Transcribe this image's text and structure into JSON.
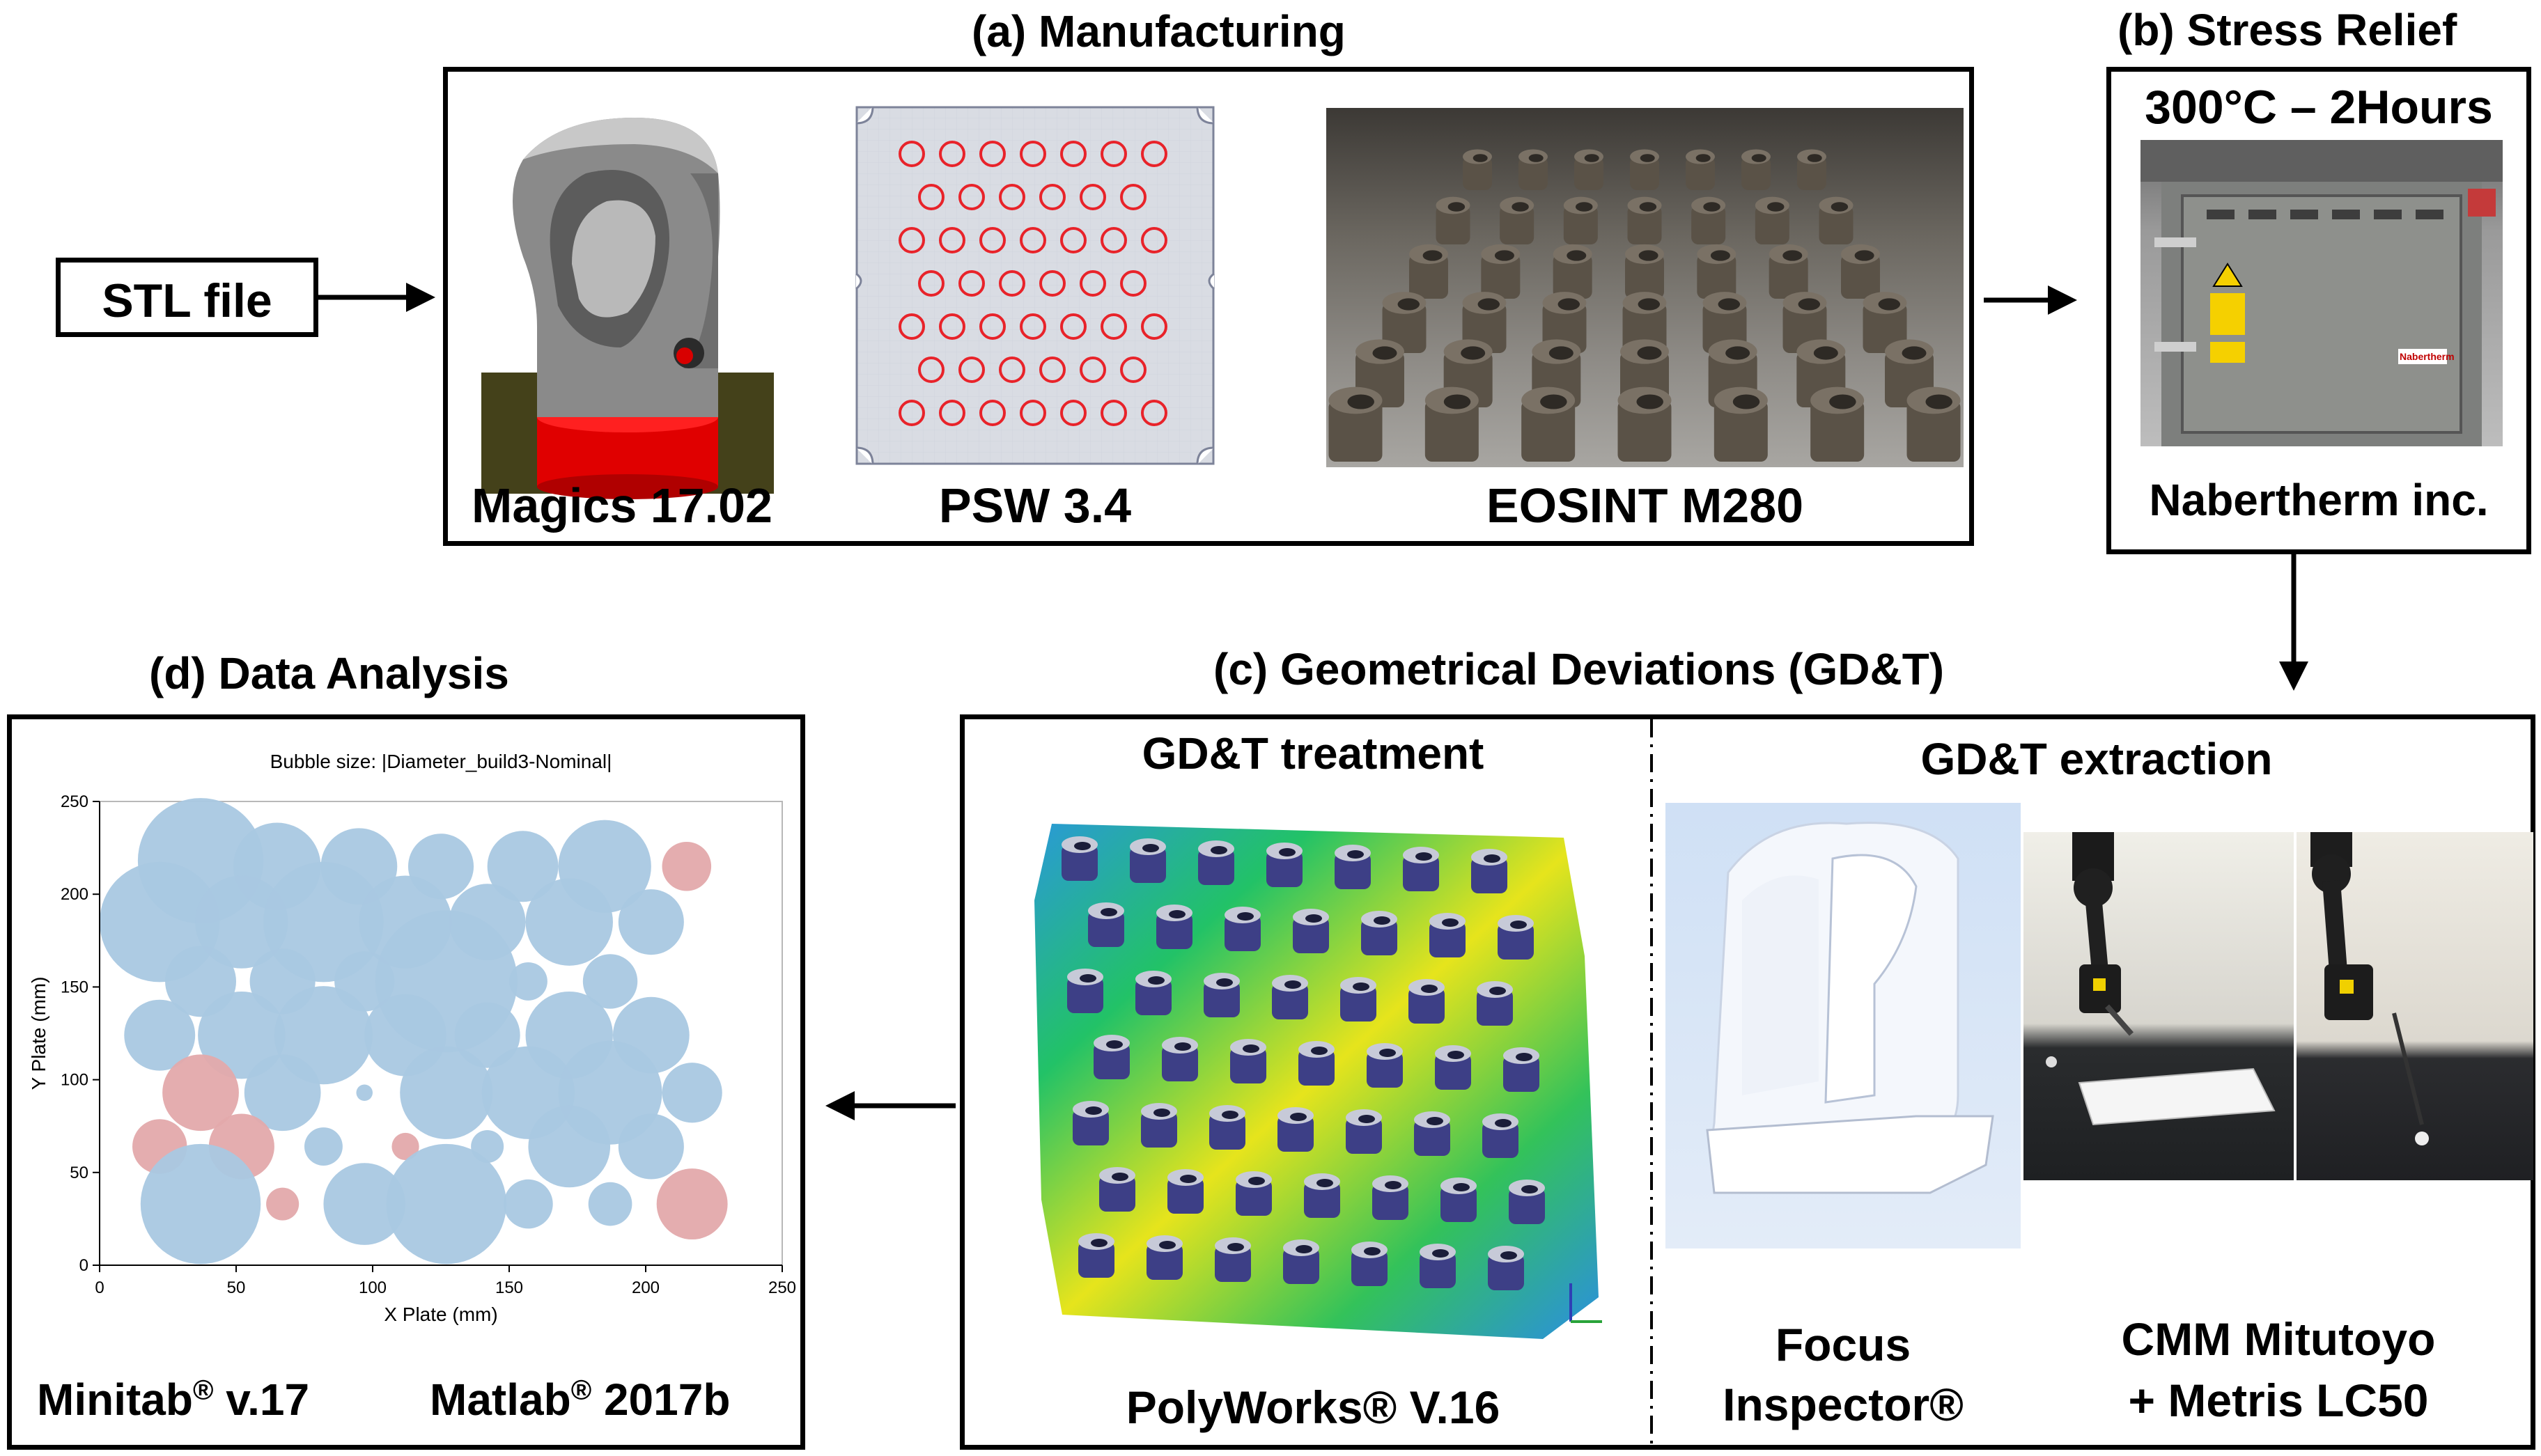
{
  "input": {
    "label": "STL file"
  },
  "manufacturing": {
    "title": "(a) Manufacturing",
    "items": [
      {
        "label": "Magics 17.02",
        "icon": "stl-part-render-icon"
      },
      {
        "label": "PSW 3.4",
        "icon": "build-plate-layout-icon"
      },
      {
        "label": "EOSINT M280",
        "icon": "printed-parts-photo"
      }
    ]
  },
  "stress_relief": {
    "title": "(b) Stress Relief",
    "condition": "300°C – 2Hours",
    "vendor": "Nabertherm inc.",
    "icon": "furnace-photo",
    "furnace_brand": "Nabertherm"
  },
  "gdt": {
    "title": "(c) Geometrical Deviations (GD&T)",
    "treatment_title": "GD&T treatment",
    "treatment_software": "PolyWorks® V.16",
    "extraction_title": "GD&T extraction",
    "focus_line1": "Focus",
    "focus_line2": "Inspector®",
    "cmm_line1": "CMM Mitutoyo",
    "cmm_line2": "+ Metris LC50"
  },
  "analysis": {
    "title": "(d) Data Analysis",
    "minitab": "Minitab",
    "minitab_version": "v.17",
    "matlab": "Matlab",
    "matlab_version": "2017b",
    "registered": "®"
  },
  "colors": {
    "bubble_blue": "#a9c8e2",
    "bubble_red": "#e3a9ab",
    "border": "#000000",
    "plate_circle": "#e8232a"
  },
  "chart_data": {
    "type": "scatter",
    "subtitle": "Bubble size: |Diameter_build3-Nominal|",
    "xlabel": "X Plate (mm)",
    "ylabel": "Y Plate (mm)",
    "xlim": [
      0,
      250
    ],
    "ylim": [
      0,
      250
    ],
    "xticks": [
      0,
      50,
      100,
      150,
      200,
      250
    ],
    "yticks": [
      0,
      50,
      100,
      150,
      200,
      250
    ],
    "points": [
      {
        "x": 37,
        "y": 218,
        "r": 23,
        "c": "blue"
      },
      {
        "x": 65,
        "y": 215,
        "r": 16,
        "c": "blue"
      },
      {
        "x": 95,
        "y": 215,
        "r": 14,
        "c": "blue"
      },
      {
        "x": 125,
        "y": 215,
        "r": 12,
        "c": "blue"
      },
      {
        "x": 155,
        "y": 215,
        "r": 13,
        "c": "blue"
      },
      {
        "x": 185,
        "y": 215,
        "r": 17,
        "c": "blue"
      },
      {
        "x": 215,
        "y": 215,
        "r": 9,
        "c": "red"
      },
      {
        "x": 22,
        "y": 185,
        "r": 22,
        "c": "blue"
      },
      {
        "x": 52,
        "y": 185,
        "r": 17,
        "c": "blue"
      },
      {
        "x": 82,
        "y": 185,
        "r": 22,
        "c": "blue"
      },
      {
        "x": 112,
        "y": 185,
        "r": 17,
        "c": "blue"
      },
      {
        "x": 142,
        "y": 185,
        "r": 14,
        "c": "blue"
      },
      {
        "x": 172,
        "y": 185,
        "r": 16,
        "c": "blue"
      },
      {
        "x": 202,
        "y": 185,
        "r": 12,
        "c": "blue"
      },
      {
        "x": 37,
        "y": 153,
        "r": 13,
        "c": "blue"
      },
      {
        "x": 67,
        "y": 153,
        "r": 12,
        "c": "blue"
      },
      {
        "x": 97,
        "y": 153,
        "r": 11,
        "c": "blue"
      },
      {
        "x": 127,
        "y": 153,
        "r": 26,
        "c": "blue"
      },
      {
        "x": 157,
        "y": 153,
        "r": 7,
        "c": "blue"
      },
      {
        "x": 187,
        "y": 153,
        "r": 10,
        "c": "blue"
      },
      {
        "x": 22,
        "y": 124,
        "r": 13,
        "c": "blue"
      },
      {
        "x": 52,
        "y": 124,
        "r": 16,
        "c": "blue"
      },
      {
        "x": 82,
        "y": 124,
        "r": 18,
        "c": "blue"
      },
      {
        "x": 112,
        "y": 124,
        "r": 15,
        "c": "blue"
      },
      {
        "x": 142,
        "y": 124,
        "r": 12,
        "c": "blue"
      },
      {
        "x": 172,
        "y": 124,
        "r": 16,
        "c": "blue"
      },
      {
        "x": 202,
        "y": 124,
        "r": 14,
        "c": "blue"
      },
      {
        "x": 37,
        "y": 93,
        "r": 14,
        "c": "red"
      },
      {
        "x": 67,
        "y": 93,
        "r": 14,
        "c": "blue"
      },
      {
        "x": 97,
        "y": 93,
        "r": 3,
        "c": "blue"
      },
      {
        "x": 127,
        "y": 93,
        "r": 17,
        "c": "blue"
      },
      {
        "x": 157,
        "y": 93,
        "r": 17,
        "c": "blue"
      },
      {
        "x": 187,
        "y": 93,
        "r": 19,
        "c": "blue"
      },
      {
        "x": 217,
        "y": 93,
        "r": 11,
        "c": "blue"
      },
      {
        "x": 22,
        "y": 64,
        "r": 10,
        "c": "red"
      },
      {
        "x": 52,
        "y": 64,
        "r": 12,
        "c": "red"
      },
      {
        "x": 82,
        "y": 64,
        "r": 7,
        "c": "blue"
      },
      {
        "x": 112,
        "y": 64,
        "r": 5,
        "c": "red"
      },
      {
        "x": 142,
        "y": 64,
        "r": 6,
        "c": "blue"
      },
      {
        "x": 172,
        "y": 64,
        "r": 15,
        "c": "blue"
      },
      {
        "x": 202,
        "y": 64,
        "r": 12,
        "c": "blue"
      },
      {
        "x": 37,
        "y": 33,
        "r": 22,
        "c": "blue"
      },
      {
        "x": 67,
        "y": 33,
        "r": 6,
        "c": "red"
      },
      {
        "x": 97,
        "y": 33,
        "r": 15,
        "c": "blue"
      },
      {
        "x": 127,
        "y": 33,
        "r": 22,
        "c": "blue"
      },
      {
        "x": 157,
        "y": 33,
        "r": 9,
        "c": "blue"
      },
      {
        "x": 187,
        "y": 33,
        "r": 8,
        "c": "blue"
      },
      {
        "x": 217,
        "y": 33,
        "r": 13,
        "c": "red"
      }
    ]
  }
}
